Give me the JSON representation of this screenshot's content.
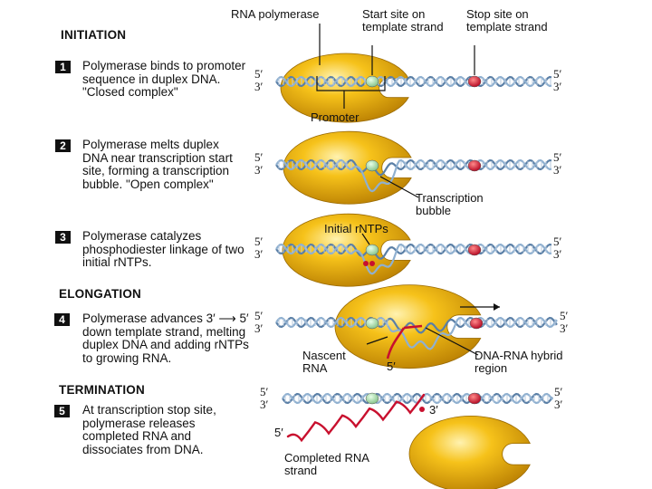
{
  "sections": {
    "initiation": "INITIATION",
    "elongation": "ELONGATION",
    "termination": "TERMINATION"
  },
  "steps": [
    {
      "number": "1",
      "text": "Polymerase binds to promoter sequence in duplex DNA. \"Closed complex\""
    },
    {
      "number": "2",
      "text": "Polymerase melts duplex DNA near transcription start site, forming a transcription bubble. \"Open complex\""
    },
    {
      "number": "3",
      "text": "Polymerase catalyzes phosphodiester linkage of two initial rNTPs."
    },
    {
      "number": "4",
      "text": "Polymerase advances 3′ ⟶ 5′ down template strand, melting duplex DNA and adding rNTPs to growing RNA."
    },
    {
      "number": "5",
      "text": "At transcription stop site, polymerase releases completed RNA and dissociates from DNA."
    }
  ],
  "labels": {
    "rna_polymerase": "RNA polymerase",
    "start_site": "Start site on template strand",
    "stop_site": "Stop site on template strand",
    "promoter": "Promoter",
    "transcription_bubble": "Transcription bubble",
    "initial_rntps": "Initial rNTPs",
    "nascent_rna": "Nascent RNA",
    "rna_5prime": "5′",
    "dna_rna_hybrid": "DNA-RNA hybrid region",
    "completed_rna": "Completed RNA strand",
    "term_3prime": "3′",
    "term_5prime": "5′"
  },
  "strand_ends": {
    "top": "5′",
    "bottom": "3′"
  },
  "colors": {
    "polymerase": "#f0b400",
    "dna_strand": "#5a7fa6",
    "start_site": "#a8d8a8",
    "stop_site": "#d0102a",
    "rna": "#c8102e"
  }
}
